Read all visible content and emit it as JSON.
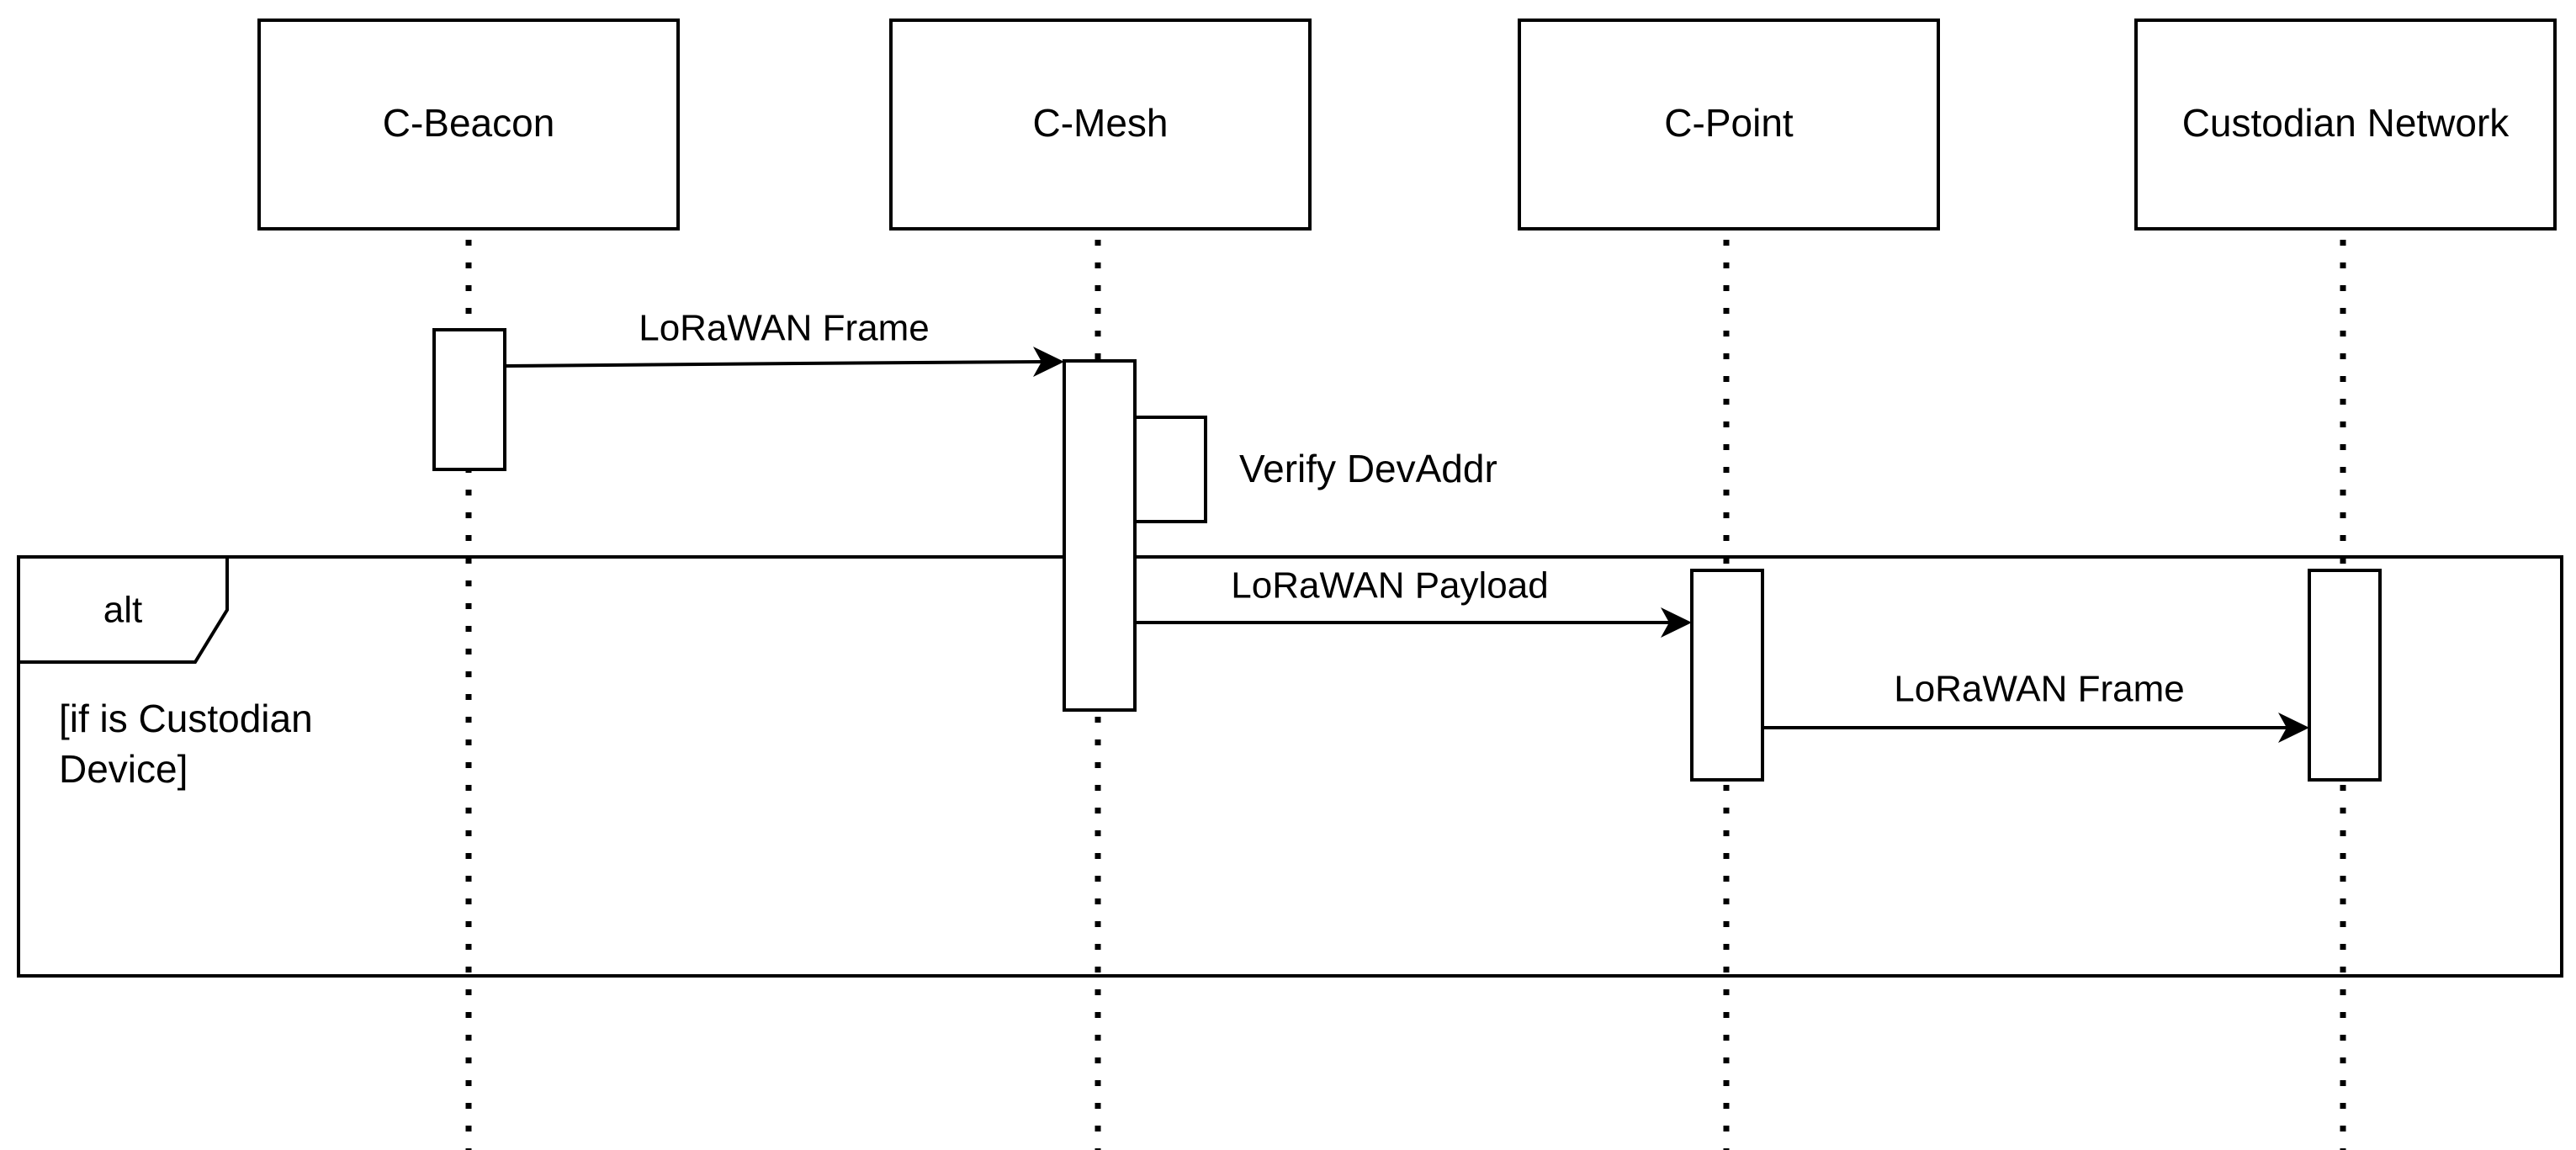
{
  "participants": [
    {
      "id": "beacon",
      "name": "C-Beacon"
    },
    {
      "id": "mesh",
      "name": "C-Mesh"
    },
    {
      "id": "point",
      "name": "C-Point"
    },
    {
      "id": "network",
      "name": "Custodian Network"
    }
  ],
  "messages": [
    {
      "id": "msg1",
      "from": "beacon",
      "to": "mesh",
      "label": "LoRaWAN Frame"
    },
    {
      "id": "msg2",
      "from": "mesh",
      "to": "mesh",
      "label": "Verify DevAddr",
      "self": true
    },
    {
      "id": "msg3",
      "from": "mesh",
      "to": "point",
      "label": "LoRaWAN Payload"
    },
    {
      "id": "msg4",
      "from": "point",
      "to": "network",
      "label": "LoRaWAN Frame"
    }
  ],
  "fragment": {
    "operator": "alt",
    "guard_line1": "[if is Custodian",
    "guard_line2": "Device]"
  }
}
